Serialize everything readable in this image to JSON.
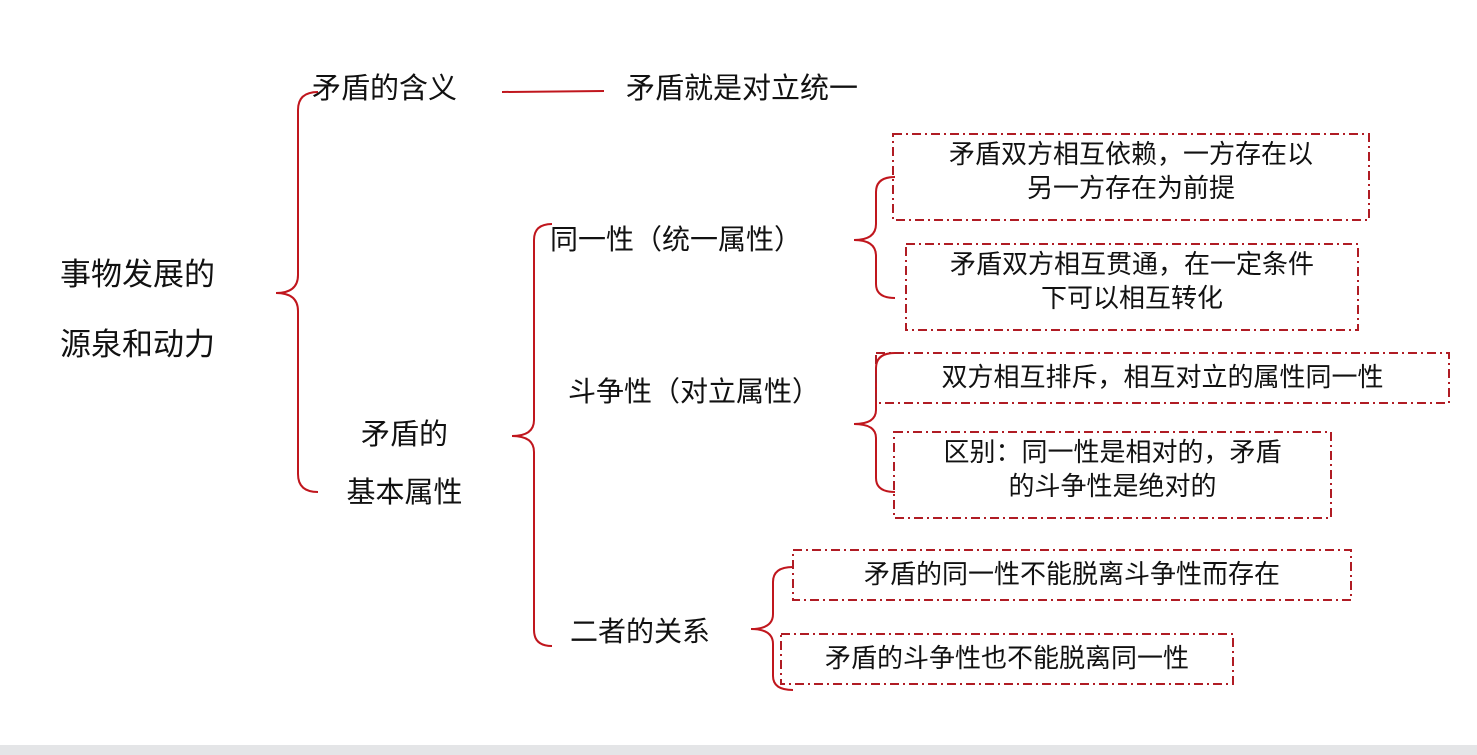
{
  "colors": {
    "bracket": "#c0161d",
    "box_border": "#b01c24",
    "text": "#111111"
  },
  "root": {
    "line1": "事物发展的",
    "line2": "源泉和动力"
  },
  "meaning": {
    "label": "矛盾的含义",
    "definition": "矛盾就是对立统一"
  },
  "attributes": {
    "label_line1": "矛盾的",
    "label_line2": "基本属性",
    "identity": {
      "label": "同一性（统一属性）",
      "points": [
        {
          "line1": "矛盾双方相互依赖，一方存在以",
          "line2": "另一方存在为前提"
        },
        {
          "line1": "矛盾双方相互贯通，在一定条件",
          "line2": "下可以相互转化"
        }
      ]
    },
    "struggle": {
      "label": "斗争性（对立属性）",
      "points": [
        {
          "line1": "双方相互排斥，相互对立的属性同一性"
        },
        {
          "line1": "区别：同一性是相对的，矛盾",
          "line2": "的斗争性是绝对的"
        }
      ]
    },
    "relation": {
      "label": "二者的关系",
      "points": [
        {
          "line1": "矛盾的同一性不能脱离斗争性而存在"
        },
        {
          "line1": "矛盾的斗争性也不能脱离同一性"
        }
      ]
    }
  }
}
